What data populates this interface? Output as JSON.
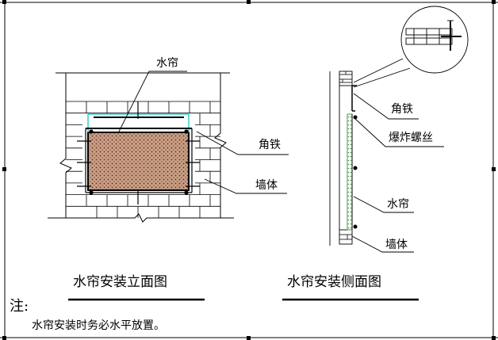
{
  "front_view": {
    "title": "水帘安装立面图",
    "label_curtain": "水帘",
    "label_angle_iron": "角铁",
    "label_wall": "墙体"
  },
  "side_view": {
    "title": "水帘安装侧面图",
    "label_angle_iron": "角铁",
    "label_bolt": "爆炸螺丝",
    "label_curtain": "水帘",
    "label_wall": "墙体"
  },
  "note": {
    "heading": "注:",
    "text": "水帘安装时务必水平放置。"
  },
  "colors": {
    "line": "#000000",
    "curtain_fill": "#c9a487",
    "curtain_dots": "#7a2e2e",
    "angle_iron": "#33cccc",
    "curtain_green": "#4a9a4a"
  }
}
